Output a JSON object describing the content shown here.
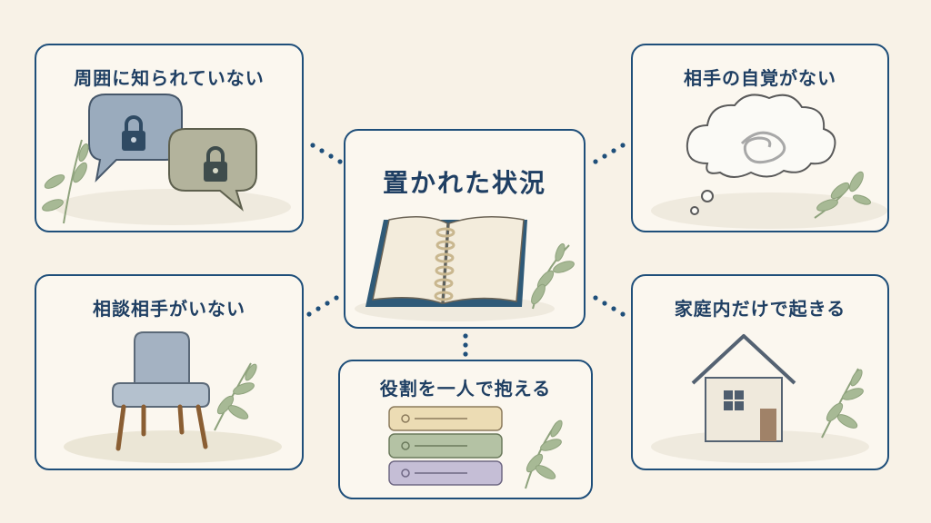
{
  "center": {
    "title": "置かれた状況"
  },
  "cards": {
    "top_left": {
      "title": "周囲に知られていない"
    },
    "top_right": {
      "title": "相手の自覚がない"
    },
    "mid_left": {
      "title": "相談相手がいない"
    },
    "mid_right": {
      "title": "家庭内だけで起きる"
    },
    "bottom": {
      "title": "役割を一人で抱える"
    }
  },
  "colors": {
    "border": "#1f4f7a",
    "title": "#1f3f63",
    "background": "#f8f2e7",
    "card_fill": "#fbf7ef",
    "leaf": "#8ea27c"
  },
  "icons": {
    "top_left": [
      "speech-bubble-lock-icon",
      "speech-bubble-lock-icon",
      "leaf-branch-icon"
    ],
    "top_right": [
      "thought-cloud-icon",
      "leaf-branch-icon"
    ],
    "center": [
      "open-notebook-icon",
      "leaf-branch-icon"
    ],
    "mid_left": [
      "chair-icon",
      "leaf-branch-icon"
    ],
    "mid_right": [
      "house-icon",
      "leaf-branch-icon"
    ],
    "bottom": [
      "stacked-boxes-icon",
      "leaf-branch-icon"
    ]
  }
}
